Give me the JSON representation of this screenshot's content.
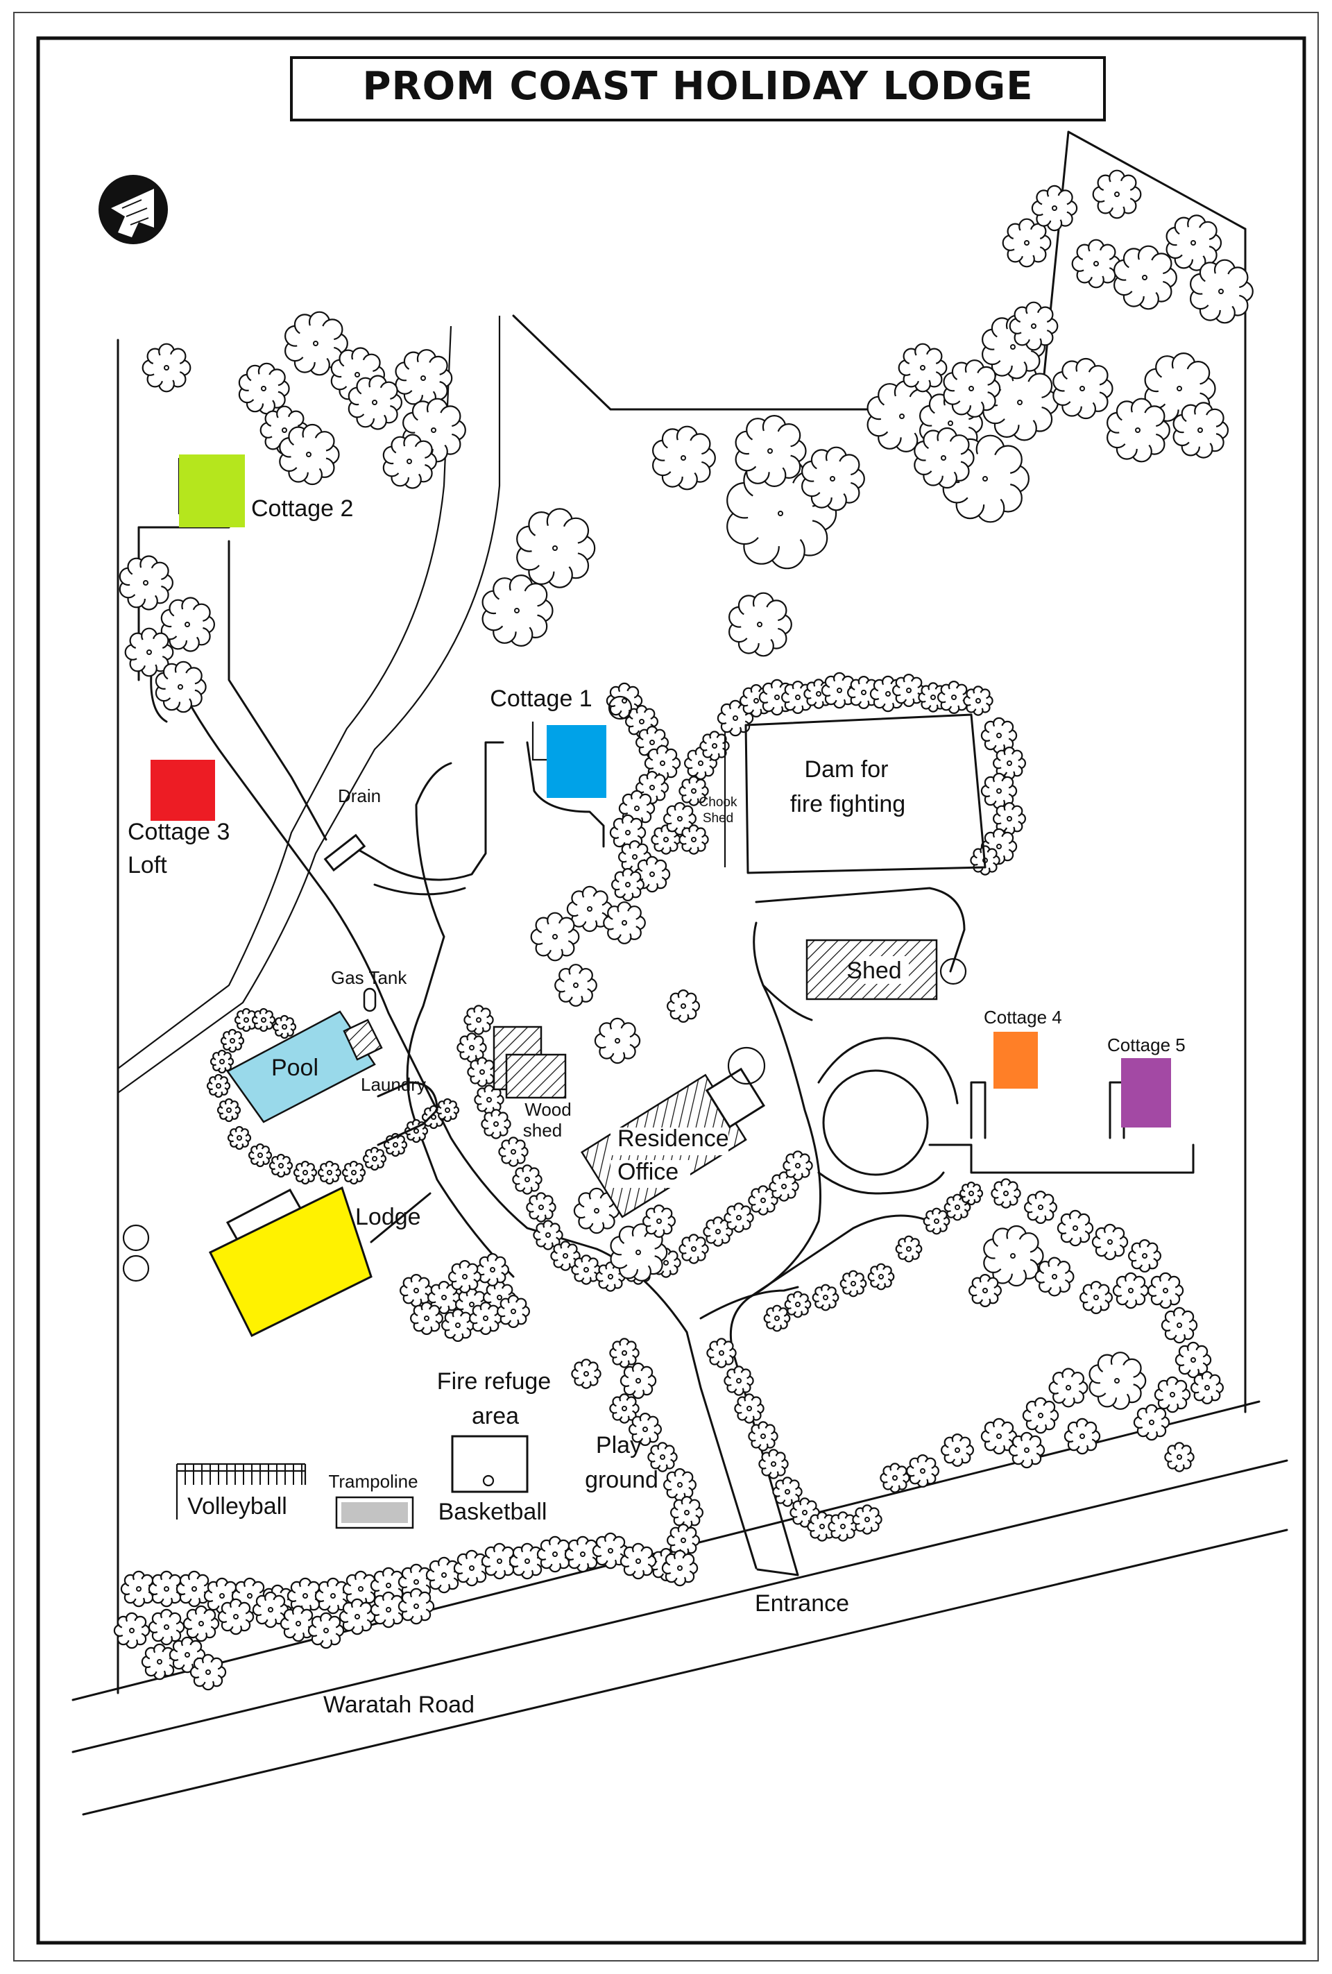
{
  "title": "PROM COAST HOLIDAY LODGE",
  "north_arrow_icon": "north-arrow-icon",
  "buildings": {
    "cottage_1": {
      "label": "Cottage 1",
      "color": "#00A2E8"
    },
    "cottage_2": {
      "label": "Cottage 2",
      "color": "#B5E61D"
    },
    "cottage_3": {
      "label": "Cottage 3",
      "label2": "Loft",
      "color": "#ED1C24"
    },
    "cottage_4": {
      "label": "Cottage 4",
      "color": "#FF7F27"
    },
    "cottage_5": {
      "label": "Cottage 5",
      "color": "#A349A4"
    },
    "pool": {
      "label": "Pool",
      "color": "#99D9EA"
    },
    "lodge": {
      "label": "Lodge",
      "color": "#FFF200"
    },
    "trampoline": {
      "label": "Trampoline",
      "color": "#C3C3C3"
    }
  },
  "labels": {
    "drain": "Drain",
    "gas_tank": "Gas  Tank",
    "laundry": "Laundry",
    "wood_shed_1": "Wood",
    "wood_shed_2": "shed",
    "residence_1": "Residence",
    "residence_2": "Office",
    "shed": "Shed",
    "dam_1": "Dam for",
    "dam_2": "fire fighting",
    "chook_1": "Chook",
    "chook_2": "Shed",
    "fire_refuge_1": "Fire refuge",
    "fire_refuge_2": "area",
    "play_1": "Play",
    "play_2": "ground",
    "volleyball": "Volleyball",
    "basketball": "Basketball",
    "entrance": "Entrance",
    "road": "Waratah Road"
  }
}
